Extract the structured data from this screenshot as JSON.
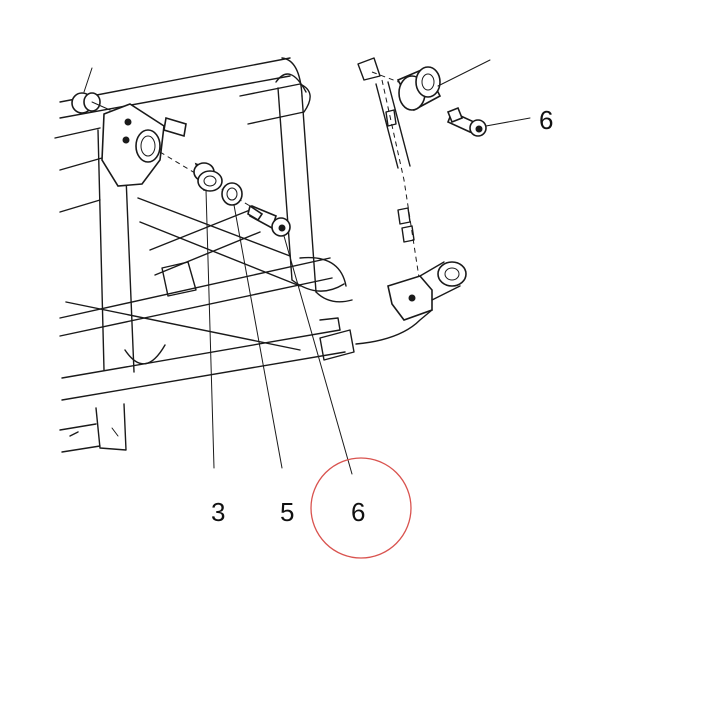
{
  "diagram": {
    "callouts": [
      {
        "id": "bushing",
        "label": "3"
      },
      {
        "id": "washer",
        "label": "5"
      },
      {
        "id": "bolt",
        "label": "6"
      },
      {
        "id": "bolt-right",
        "label": "6"
      }
    ],
    "highlight": {
      "target": "bolt",
      "color": "#d9534f"
    }
  }
}
